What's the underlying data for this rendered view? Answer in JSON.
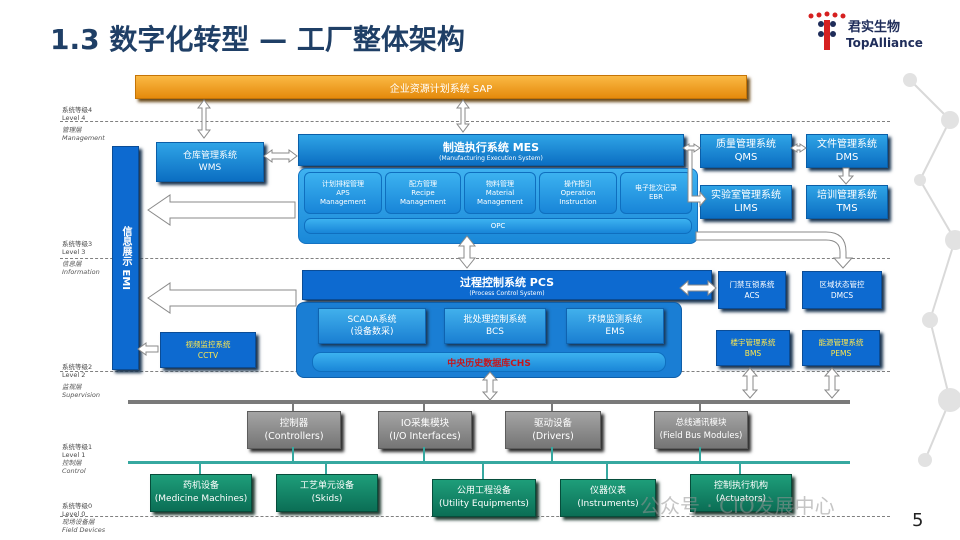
{
  "header": {
    "title": "1.3 数字化转型 — 工厂整体架构",
    "logo_cn": "君实生物",
    "logo_en": "TopAlliance",
    "page_number": "5",
    "watermark": "公众号 · CIO发展中心"
  },
  "levels": {
    "l4": {
      "cn": "系统等级4",
      "en": "Level 4",
      "layer_cn": "管理层",
      "layer_en": "Management"
    },
    "l3": {
      "cn": "系统等级3",
      "en": "Level 3",
      "layer_cn": "信息层",
      "layer_en": "Information"
    },
    "l2": {
      "cn": "系统等级2",
      "en": "Level 2",
      "layer_cn": "监视层",
      "layer_en": "Supervision"
    },
    "l1": {
      "cn": "系统等级1",
      "en": "Level 1",
      "layer_cn": "控制层",
      "layer_en": "Control"
    },
    "l0": {
      "cn": "系统等级0",
      "en": "Level 0",
      "layer_cn": "现场设备层",
      "layer_en": "Field Devices"
    }
  },
  "sap": "企业资源计划系统 SAP",
  "emi": "信息展示 EMI",
  "wms": {
    "cn": "仓库管理系统",
    "code": "WMS"
  },
  "mes": {
    "title": "制造执行系统 MES",
    "subtitle": "(Manufacturing Execution System)",
    "modules": [
      {
        "cn": "计划排程管理",
        "en1": "APS",
        "en2": "Management"
      },
      {
        "cn": "配方管理",
        "en1": "Recipe",
        "en2": "Management"
      },
      {
        "cn": "物料管理",
        "en1": "Material",
        "en2": "Management"
      },
      {
        "cn": "操作指引",
        "en1": "Operation",
        "en2": "Instruction"
      },
      {
        "cn": "电子批次记录",
        "en1": "EBR",
        "en2": ""
      }
    ],
    "opc": "OPC"
  },
  "right_systems": {
    "qms": {
      "cn": "质量管理系统",
      "code": "QMS"
    },
    "dms": {
      "cn": "文件管理系统",
      "code": "DMS"
    },
    "lims": {
      "cn": "实验室管理系统",
      "code": "LIMS"
    },
    "tms": {
      "cn": "培训管理系统",
      "code": "TMS"
    },
    "acs": {
      "cn": "门禁互锁系统",
      "code": "ACS"
    },
    "dmcs": {
      "cn": "区域状态管控",
      "code": "DMCS"
    },
    "bms": {
      "cn": "楼宇管理系统",
      "code": "BMS"
    },
    "pems": {
      "cn": "能源管理系统",
      "code": "PEMS"
    }
  },
  "pcs": {
    "title": "过程控制系统 PCS",
    "subtitle": "(Process Control System)",
    "modules": [
      {
        "line1": "SCADA系统",
        "line2": "(设备数采)"
      },
      {
        "line1": "批处理控制系统",
        "line2": "BCS"
      },
      {
        "line1": "环境监测系统",
        "line2": "EMS"
      }
    ],
    "chs": "中央历史数据库CHS"
  },
  "cctv": {
    "cn": "视频监控系统",
    "code": "CCTV"
  },
  "control_devices": [
    {
      "cn": "控制器",
      "en": "(Controllers)"
    },
    {
      "cn": "IO采集模块",
      "en": "(I/O Interfaces)"
    },
    {
      "cn": "驱动设备",
      "en": "(Drivers)"
    },
    {
      "cn": "总线通讯模块",
      "en": "(Field Bus Modules)"
    }
  ],
  "field_devices": [
    {
      "cn": "药机设备",
      "en": "(Medicine Machines)"
    },
    {
      "cn": "工艺单元设备",
      "en": "(Skids)"
    },
    {
      "cn": "公用工程设备",
      "en": "(Utility Equipments)"
    },
    {
      "cn": "仪器仪表",
      "en": "(Instruments)"
    },
    {
      "cn": "控制执行机构",
      "en": "(Actuators)"
    }
  ],
  "colors": {
    "title": "#1f3f66",
    "sap_orange": "#f5a623",
    "blue": "#1b86d8",
    "teal_bus": "#36a8a0",
    "gray_device": "#8d8d8d",
    "green_device": "#127e62"
  }
}
